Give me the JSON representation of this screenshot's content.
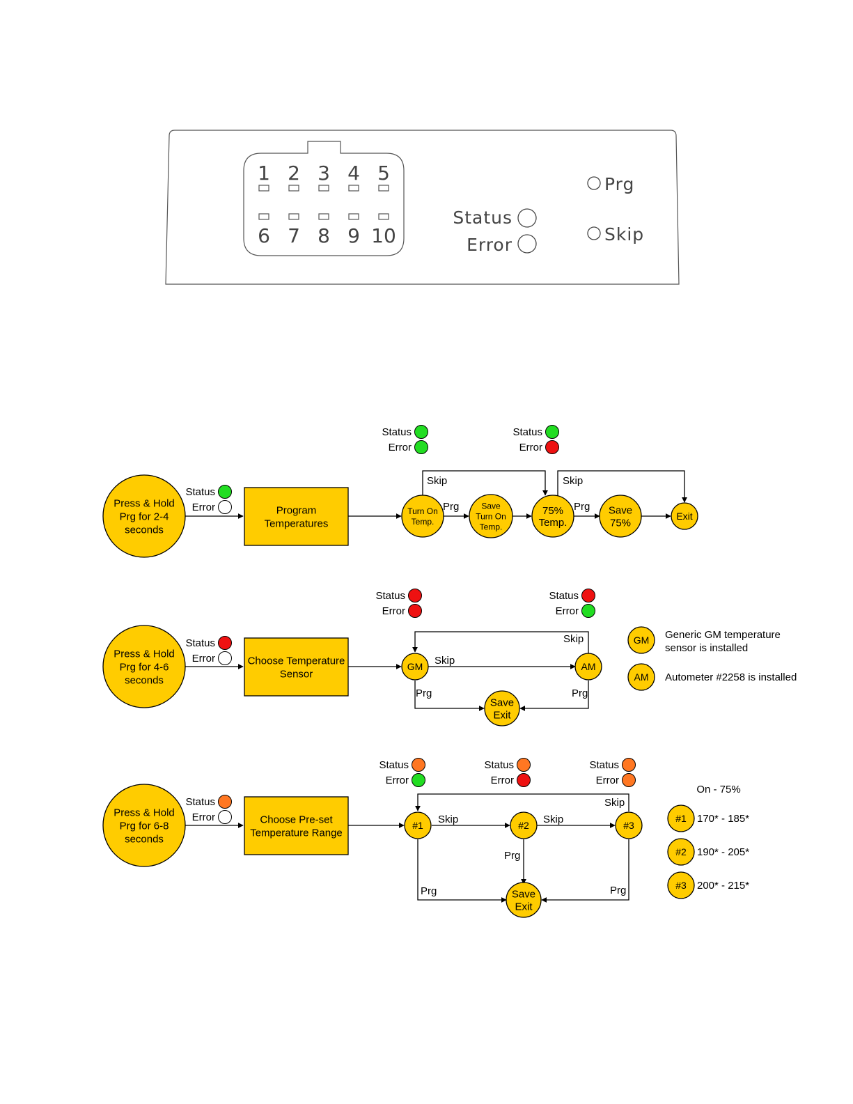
{
  "panel": {
    "pins_top": [
      "1",
      "2",
      "3",
      "4",
      "5"
    ],
    "pins_bottom": [
      "6",
      "7",
      "8",
      "9",
      "10"
    ],
    "status_label": "Status",
    "error_label": "Error",
    "prg_label": "Prg",
    "skip_label": "Skip"
  },
  "colors": {
    "node_fill": "#FFCC00",
    "green": "#22DD22",
    "red": "#EE1111",
    "orange": "#FF7722",
    "white": "#FFFFFF"
  },
  "labels": {
    "status": "Status",
    "error": "Error",
    "skip": "Skip",
    "prg": "Prg"
  },
  "row1": {
    "start": [
      "Press & Hold",
      "Prg for 2-4",
      "seconds"
    ],
    "box": [
      "Program",
      "Temperatures"
    ],
    "n1": [
      "Turn On",
      "Temp."
    ],
    "n2": [
      "Save",
      "Turn On",
      "Temp."
    ],
    "n3": [
      "75%",
      "Temp."
    ],
    "n4": [
      "Save",
      "75%"
    ],
    "n5": "Exit",
    "lamps_start": {
      "status": "green",
      "error": "white"
    },
    "lamps_a": {
      "status": "green",
      "error": "green"
    },
    "lamps_b": {
      "status": "green",
      "error": "red"
    }
  },
  "row2": {
    "start": [
      "Press & Hold",
      "Prg for 4-6",
      "seconds"
    ],
    "box": [
      "Choose Temperature",
      "Sensor"
    ],
    "gm": "GM",
    "am": "AM",
    "save": [
      "Save",
      "Exit"
    ],
    "lamps_start": {
      "status": "red",
      "error": "white"
    },
    "lamps_a": {
      "status": "red",
      "error": "red"
    },
    "lamps_b": {
      "status": "red",
      "error": "green"
    },
    "legend": [
      {
        "key": "GM",
        "text": [
          "Generic GM temperature",
          "sensor is installed"
        ]
      },
      {
        "key": "AM",
        "text": [
          "Autometer #2258 is installed"
        ]
      }
    ]
  },
  "row3": {
    "start": [
      "Press & Hold",
      "Prg for 6-8",
      "seconds"
    ],
    "box": [
      "Choose Pre-set",
      "Temperature Range"
    ],
    "n1": "#1",
    "n2": "#2",
    "n3": "#3",
    "save": [
      "Save",
      "Exit"
    ],
    "lamps_start": {
      "status": "orange",
      "error": "white"
    },
    "lamps_a": {
      "status": "orange",
      "error": "green"
    },
    "lamps_b": {
      "status": "orange",
      "error": "red"
    },
    "lamps_c": {
      "status": "orange",
      "error": "orange"
    },
    "legend_title": "On - 75%",
    "legend": [
      {
        "key": "#1",
        "text": "170* - 185*"
      },
      {
        "key": "#2",
        "text": "190* - 205*"
      },
      {
        "key": "#3",
        "text": "200* - 215*"
      }
    ]
  }
}
